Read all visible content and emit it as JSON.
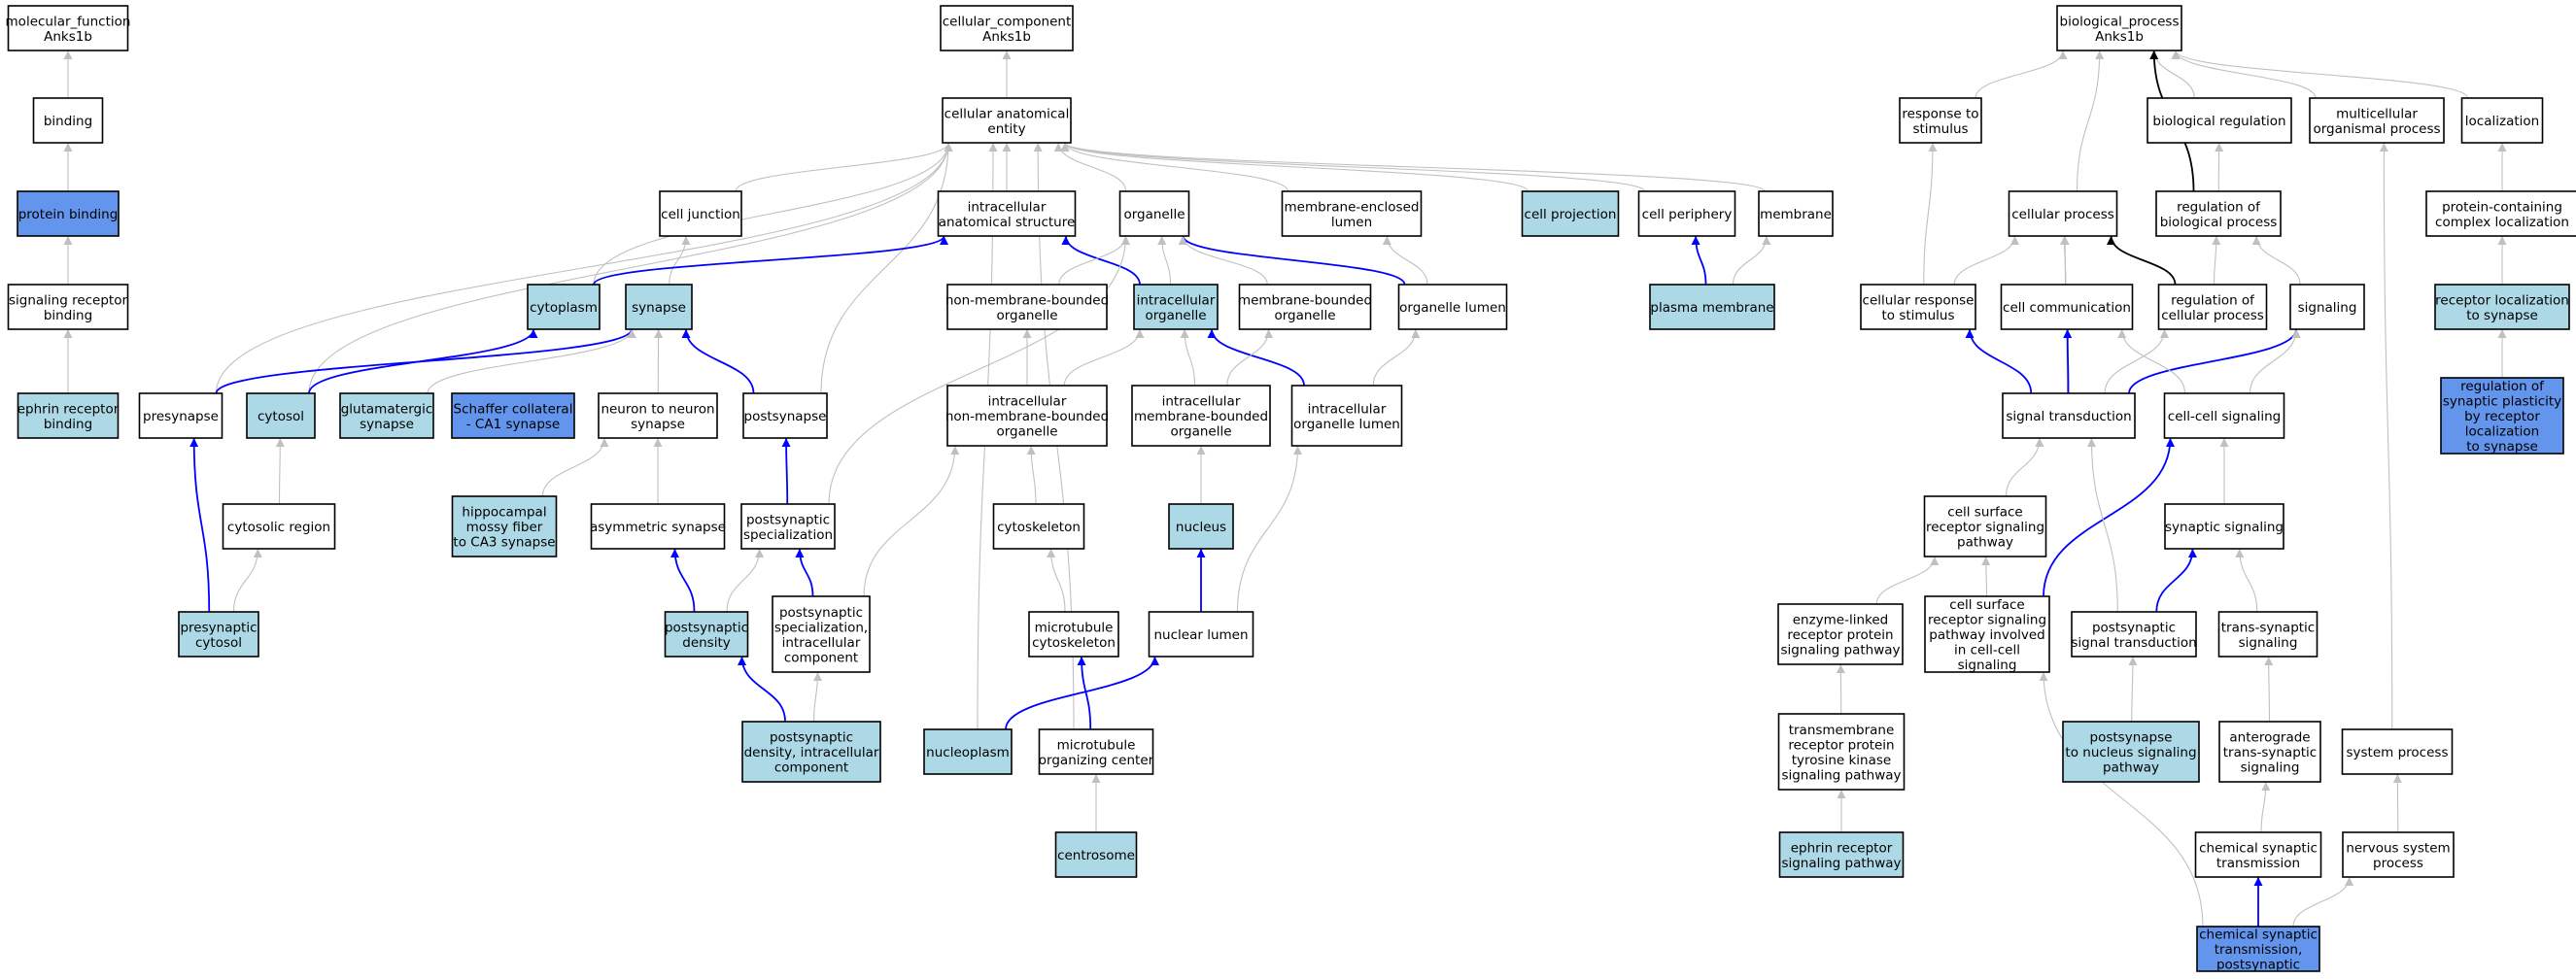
{
  "colors": {
    "plain": "#ffffff",
    "light": "#add8e6",
    "dark": "#6495ed",
    "edge_gray": "#c0c0c0",
    "edge_blue": "#0000ff",
    "edge_black": "#000000"
  },
  "nodes": [
    {
      "id": "mf",
      "lines": [
        "molecular_function",
        "Anks1b"
      ],
      "fill": "plain"
    },
    {
      "id": "binding",
      "lines": [
        "binding"
      ],
      "fill": "plain"
    },
    {
      "id": "protein_binding",
      "lines": [
        "protein binding"
      ],
      "fill": "dark"
    },
    {
      "id": "srb",
      "lines": [
        "signaling receptor",
        "binding"
      ],
      "fill": "plain"
    },
    {
      "id": "erb",
      "lines": [
        "ephrin receptor",
        "binding"
      ],
      "fill": "light"
    },
    {
      "id": "cc",
      "lines": [
        "cellular_component",
        "Anks1b"
      ],
      "fill": "plain"
    },
    {
      "id": "cae",
      "lines": [
        "cellular anatomical",
        "entity"
      ],
      "fill": "plain"
    },
    {
      "id": "cell_junction",
      "lines": [
        "cell junction"
      ],
      "fill": "plain"
    },
    {
      "id": "ias",
      "lines": [
        "intracellular",
        "anatomical structure"
      ],
      "fill": "plain"
    },
    {
      "id": "organelle",
      "lines": [
        "organelle"
      ],
      "fill": "plain"
    },
    {
      "id": "mel",
      "lines": [
        "membrane-enclosed",
        "lumen"
      ],
      "fill": "plain"
    },
    {
      "id": "cell_projection",
      "lines": [
        "cell projection"
      ],
      "fill": "light"
    },
    {
      "id": "cell_periphery",
      "lines": [
        "cell periphery"
      ],
      "fill": "plain"
    },
    {
      "id": "membrane",
      "lines": [
        "membrane"
      ],
      "fill": "plain"
    },
    {
      "id": "cytoplasm",
      "lines": [
        "cytoplasm"
      ],
      "fill": "light"
    },
    {
      "id": "synapse",
      "lines": [
        "synapse"
      ],
      "fill": "light"
    },
    {
      "id": "nmbo",
      "lines": [
        "non-membrane-bounded",
        "organelle"
      ],
      "fill": "plain"
    },
    {
      "id": "io",
      "lines": [
        "intracellular",
        "organelle"
      ],
      "fill": "light"
    },
    {
      "id": "mbo",
      "lines": [
        "membrane-bounded",
        "organelle"
      ],
      "fill": "plain"
    },
    {
      "id": "organelle_lumen",
      "lines": [
        "organelle lumen"
      ],
      "fill": "plain"
    },
    {
      "id": "plasma_membrane",
      "lines": [
        "plasma membrane"
      ],
      "fill": "light"
    },
    {
      "id": "presynapse",
      "lines": [
        "presynapse"
      ],
      "fill": "plain"
    },
    {
      "id": "cytosol",
      "lines": [
        "cytosol"
      ],
      "fill": "light"
    },
    {
      "id": "glut",
      "lines": [
        "glutamatergic",
        "synapse"
      ],
      "fill": "light"
    },
    {
      "id": "schaffer",
      "lines": [
        "Schaffer collateral",
        "- CA1 synapse"
      ],
      "fill": "dark"
    },
    {
      "id": "n2n",
      "lines": [
        "neuron to neuron",
        "synapse"
      ],
      "fill": "plain"
    },
    {
      "id": "postsynapse",
      "lines": [
        "postsynapse"
      ],
      "fill": "plain"
    },
    {
      "id": "inmbo",
      "lines": [
        "intracellular",
        "non-membrane-bounded",
        "organelle"
      ],
      "fill": "plain"
    },
    {
      "id": "imbo",
      "lines": [
        "intracellular",
        "membrane-bounded",
        "organelle"
      ],
      "fill": "plain"
    },
    {
      "id": "iol",
      "lines": [
        "intracellular",
        "organelle lumen"
      ],
      "fill": "plain"
    },
    {
      "id": "cytosolic_region",
      "lines": [
        "cytosolic region"
      ],
      "fill": "plain"
    },
    {
      "id": "hmf",
      "lines": [
        "hippocampal",
        "mossy fiber",
        "to CA3 synapse"
      ],
      "fill": "light"
    },
    {
      "id": "asym",
      "lines": [
        "asymmetric synapse"
      ],
      "fill": "plain"
    },
    {
      "id": "ps_spec",
      "lines": [
        "postsynaptic",
        "specialization"
      ],
      "fill": "plain"
    },
    {
      "id": "cytoskeleton",
      "lines": [
        "cytoskeleton"
      ],
      "fill": "plain"
    },
    {
      "id": "nucleus",
      "lines": [
        "nucleus"
      ],
      "fill": "light"
    },
    {
      "id": "presyn_cytosol",
      "lines": [
        "presynaptic",
        "cytosol"
      ],
      "fill": "light"
    },
    {
      "id": "psd",
      "lines": [
        "postsynaptic",
        "density"
      ],
      "fill": "light"
    },
    {
      "id": "pss_ic",
      "lines": [
        "postsynaptic",
        "specialization,",
        "intracellular",
        "component"
      ],
      "fill": "plain"
    },
    {
      "id": "mt_cytoskeleton",
      "lines": [
        "microtubule",
        "cytoskeleton"
      ],
      "fill": "plain"
    },
    {
      "id": "nuclear_lumen",
      "lines": [
        "nuclear lumen"
      ],
      "fill": "plain"
    },
    {
      "id": "psd_ic",
      "lines": [
        "postsynaptic",
        "density, intracellular",
        "component"
      ],
      "fill": "light"
    },
    {
      "id": "nucleoplasm",
      "lines": [
        "nucleoplasm"
      ],
      "fill": "light"
    },
    {
      "id": "mtoc",
      "lines": [
        "microtubule",
        "organizing center"
      ],
      "fill": "plain"
    },
    {
      "id": "centrosome",
      "lines": [
        "centrosome"
      ],
      "fill": "light"
    },
    {
      "id": "bp",
      "lines": [
        "biological_process",
        "Anks1b"
      ],
      "fill": "plain"
    },
    {
      "id": "rts",
      "lines": [
        "response to",
        "stimulus"
      ],
      "fill": "plain"
    },
    {
      "id": "bio_reg",
      "lines": [
        "biological regulation"
      ],
      "fill": "plain"
    },
    {
      "id": "mop",
      "lines": [
        "multicellular",
        "organismal process"
      ],
      "fill": "plain"
    },
    {
      "id": "localization",
      "lines": [
        "localization"
      ],
      "fill": "plain"
    },
    {
      "id": "cellular_process",
      "lines": [
        "cellular process"
      ],
      "fill": "plain"
    },
    {
      "id": "rbp",
      "lines": [
        "regulation of",
        "biological process"
      ],
      "fill": "plain"
    },
    {
      "id": "pcl",
      "lines": [
        "protein-containing",
        "complex localization"
      ],
      "fill": "plain"
    },
    {
      "id": "crs",
      "lines": [
        "cellular response",
        "to stimulus"
      ],
      "fill": "plain"
    },
    {
      "id": "cell_comm",
      "lines": [
        "cell communication"
      ],
      "fill": "plain"
    },
    {
      "id": "rcp",
      "lines": [
        "regulation of",
        "cellular process"
      ],
      "fill": "plain"
    },
    {
      "id": "signaling",
      "lines": [
        "signaling"
      ],
      "fill": "plain"
    },
    {
      "id": "rls",
      "lines": [
        "receptor localization",
        "to synapse"
      ],
      "fill": "light"
    },
    {
      "id": "sig_trans",
      "lines": [
        "signal transduction"
      ],
      "fill": "plain"
    },
    {
      "id": "ccs",
      "lines": [
        "cell-cell signaling"
      ],
      "fill": "plain"
    },
    {
      "id": "rspr",
      "lines": [
        "regulation of",
        "synaptic plasticity",
        "by receptor",
        "localization",
        "to synapse"
      ],
      "fill": "dark"
    },
    {
      "id": "csrsp",
      "lines": [
        "cell surface",
        "receptor signaling",
        "pathway"
      ],
      "fill": "plain"
    },
    {
      "id": "syn_sig",
      "lines": [
        "synaptic signaling"
      ],
      "fill": "plain"
    },
    {
      "id": "elrpsp",
      "lines": [
        "enzyme-linked",
        "receptor protein",
        "signaling pathway"
      ],
      "fill": "plain"
    },
    {
      "id": "csrsp_ccs",
      "lines": [
        "cell surface",
        "receptor signaling",
        "pathway involved",
        "in cell-cell",
        "signaling"
      ],
      "fill": "plain"
    },
    {
      "id": "pst",
      "lines": [
        "postsynaptic",
        "signal transduction"
      ],
      "fill": "plain"
    },
    {
      "id": "tss",
      "lines": [
        "trans-synaptic",
        "signaling"
      ],
      "fill": "plain"
    },
    {
      "id": "trptk",
      "lines": [
        "transmembrane",
        "receptor protein",
        "tyrosine kinase",
        "signaling pathway"
      ],
      "fill": "plain"
    },
    {
      "id": "ps2n",
      "lines": [
        "postsynapse",
        "to nucleus signaling",
        "pathway"
      ],
      "fill": "light"
    },
    {
      "id": "atss",
      "lines": [
        "anterograde",
        "trans-synaptic",
        "signaling"
      ],
      "fill": "plain"
    },
    {
      "id": "system_process",
      "lines": [
        "system process"
      ],
      "fill": "plain"
    },
    {
      "id": "ersp",
      "lines": [
        "ephrin receptor",
        "signaling pathway"
      ],
      "fill": "light"
    },
    {
      "id": "cst",
      "lines": [
        "chemical synaptic",
        "transmission"
      ],
      "fill": "plain"
    },
    {
      "id": "nsp",
      "lines": [
        "nervous system",
        "process"
      ],
      "fill": "plain"
    },
    {
      "id": "cstp",
      "lines": [
        "chemical synaptic",
        "transmission,",
        "postsynaptic"
      ],
      "fill": "dark"
    }
  ],
  "edges": [
    {
      "from": "binding",
      "to": "mf",
      "kind": "gray"
    },
    {
      "from": "protein_binding",
      "to": "binding",
      "kind": "gray"
    },
    {
      "from": "srb",
      "to": "protein_binding",
      "kind": "gray"
    },
    {
      "from": "erb",
      "to": "srb",
      "kind": "gray"
    },
    {
      "from": "cae",
      "to": "cc",
      "kind": "gray"
    },
    {
      "from": "cell_junction",
      "to": "cae",
      "kind": "gray"
    },
    {
      "from": "ias",
      "to": "cae",
      "kind": "gray"
    },
    {
      "from": "organelle",
      "to": "cae",
      "kind": "gray"
    },
    {
      "from": "mel",
      "to": "cae",
      "kind": "gray"
    },
    {
      "from": "cell_projection",
      "to": "cae",
      "kind": "gray"
    },
    {
      "from": "cell_periphery",
      "to": "cae",
      "kind": "gray"
    },
    {
      "from": "membrane",
      "to": "cae",
      "kind": "gray"
    },
    {
      "from": "cytoplasm",
      "to": "cae",
      "kind": "gray"
    },
    {
      "from": "presynapse",
      "to": "cae",
      "kind": "gray"
    },
    {
      "from": "cytosol",
      "to": "cae",
      "kind": "gray"
    },
    {
      "from": "postsynapse",
      "to": "cae",
      "kind": "gray"
    },
    {
      "from": "nucleoplasm",
      "to": "cae",
      "kind": "gray"
    },
    {
      "from": "mtoc",
      "to": "cae",
      "kind": "gray"
    },
    {
      "from": "synapse",
      "to": "cell_junction",
      "kind": "gray"
    },
    {
      "from": "cytoplasm",
      "to": "ias",
      "kind": "blue"
    },
    {
      "from": "io",
      "to": "ias",
      "kind": "blue"
    },
    {
      "from": "organelle_lumen",
      "to": "organelle",
      "kind": "blue"
    },
    {
      "from": "nmbo",
      "to": "organelle",
      "kind": "gray"
    },
    {
      "from": "io",
      "to": "organelle",
      "kind": "gray"
    },
    {
      "from": "mbo",
      "to": "organelle",
      "kind": "gray"
    },
    {
      "from": "ps_spec",
      "to": "organelle",
      "kind": "gray"
    },
    {
      "from": "organelle_lumen",
      "to": "mel",
      "kind": "gray"
    },
    {
      "from": "plasma_membrane",
      "to": "cell_periphery",
      "kind": "blue"
    },
    {
      "from": "plasma_membrane",
      "to": "membrane",
      "kind": "gray"
    },
    {
      "from": "presynapse",
      "to": "synapse",
      "kind": "blue"
    },
    {
      "from": "cytosol",
      "to": "cytoplasm",
      "kind": "blue"
    },
    {
      "from": "glut",
      "to": "synapse",
      "kind": "gray"
    },
    {
      "from": "n2n",
      "to": "synapse",
      "kind": "gray"
    },
    {
      "from": "postsynapse",
      "to": "synapse",
      "kind": "blue"
    },
    {
      "from": "inmbo",
      "to": "nmbo",
      "kind": "gray"
    },
    {
      "from": "inmbo",
      "to": "io",
      "kind": "gray"
    },
    {
      "from": "imbo",
      "to": "io",
      "kind": "gray"
    },
    {
      "from": "iol",
      "to": "io",
      "kind": "blue"
    },
    {
      "from": "imbo",
      "to": "mbo",
      "kind": "gray"
    },
    {
      "from": "iol",
      "to": "organelle_lumen",
      "kind": "gray"
    },
    {
      "from": "presyn_cytosol",
      "to": "presynapse",
      "kind": "blue"
    },
    {
      "from": "cytosolic_region",
      "to": "cytosol",
      "kind": "gray"
    },
    {
      "from": "hmf",
      "to": "n2n",
      "kind": "gray"
    },
    {
      "from": "asym",
      "to": "n2n",
      "kind": "gray"
    },
    {
      "from": "ps_spec",
      "to": "postsynapse",
      "kind": "blue"
    },
    {
      "from": "pss_ic",
      "to": "inmbo",
      "kind": "gray"
    },
    {
      "from": "cytoskeleton",
      "to": "inmbo",
      "kind": "gray"
    },
    {
      "from": "nucleus",
      "to": "imbo",
      "kind": "gray"
    },
    {
      "from": "nuclear_lumen",
      "to": "iol",
      "kind": "gray"
    },
    {
      "from": "presyn_cytosol",
      "to": "cytosolic_region",
      "kind": "gray"
    },
    {
      "from": "psd",
      "to": "asym",
      "kind": "blue"
    },
    {
      "from": "psd",
      "to": "ps_spec",
      "kind": "gray"
    },
    {
      "from": "pss_ic",
      "to": "ps_spec",
      "kind": "blue"
    },
    {
      "from": "mt_cytoskeleton",
      "to": "cytoskeleton",
      "kind": "gray"
    },
    {
      "from": "nuclear_lumen",
      "to": "nucleus",
      "kind": "blue"
    },
    {
      "from": "psd_ic",
      "to": "psd",
      "kind": "blue"
    },
    {
      "from": "psd_ic",
      "to": "pss_ic",
      "kind": "gray"
    },
    {
      "from": "mtoc",
      "to": "mt_cytoskeleton",
      "kind": "blue"
    },
    {
      "from": "nucleoplasm",
      "to": "nuclear_lumen",
      "kind": "blue"
    },
    {
      "from": "centrosome",
      "to": "mtoc",
      "kind": "gray"
    },
    {
      "from": "rts",
      "to": "bp",
      "kind": "gray"
    },
    {
      "from": "bio_reg",
      "to": "bp",
      "kind": "gray"
    },
    {
      "from": "mop",
      "to": "bp",
      "kind": "gray"
    },
    {
      "from": "localization",
      "to": "bp",
      "kind": "gray"
    },
    {
      "from": "cellular_process",
      "to": "bp",
      "kind": "gray"
    },
    {
      "from": "rbp",
      "to": "bp",
      "kind": "black"
    },
    {
      "from": "rbp",
      "to": "bio_reg",
      "kind": "gray"
    },
    {
      "from": "pcl",
      "to": "localization",
      "kind": "gray"
    },
    {
      "from": "crs",
      "to": "rts",
      "kind": "gray"
    },
    {
      "from": "crs",
      "to": "cellular_process",
      "kind": "gray"
    },
    {
      "from": "cell_comm",
      "to": "cellular_process",
      "kind": "gray"
    },
    {
      "from": "rcp",
      "to": "cellular_process",
      "kind": "black"
    },
    {
      "from": "rcp",
      "to": "rbp",
      "kind": "gray"
    },
    {
      "from": "signaling",
      "to": "rbp",
      "kind": "gray"
    },
    {
      "from": "sig_trans",
      "to": "cellular_process",
      "kind": "gray"
    },
    {
      "from": "rls",
      "to": "pcl",
      "kind": "gray"
    },
    {
      "from": "sig_trans",
      "to": "crs",
      "kind": "blue"
    },
    {
      "from": "sig_trans",
      "to": "cell_comm",
      "kind": "blue"
    },
    {
      "from": "sig_trans",
      "to": "rcp",
      "kind": "gray"
    },
    {
      "from": "sig_trans",
      "to": "signaling",
      "kind": "blue"
    },
    {
      "from": "ccs",
      "to": "cell_comm",
      "kind": "gray"
    },
    {
      "from": "ccs",
      "to": "signaling",
      "kind": "gray"
    },
    {
      "from": "rspr",
      "to": "rls",
      "kind": "gray"
    },
    {
      "from": "csrsp",
      "to": "sig_trans",
      "kind": "gray"
    },
    {
      "from": "syn_sig",
      "to": "ccs",
      "kind": "gray"
    },
    {
      "from": "csrsp_ccs",
      "to": "ccs",
      "kind": "blue"
    },
    {
      "from": "elrpsp",
      "to": "csrsp",
      "kind": "gray"
    },
    {
      "from": "csrsp_ccs",
      "to": "csrsp",
      "kind": "gray"
    },
    {
      "from": "pst",
      "to": "sig_trans",
      "kind": "gray"
    },
    {
      "from": "pst",
      "to": "syn_sig",
      "kind": "blue"
    },
    {
      "from": "tss",
      "to": "syn_sig",
      "kind": "gray"
    },
    {
      "from": "trptk",
      "to": "elrpsp",
      "kind": "gray"
    },
    {
      "from": "ps2n",
      "to": "pst",
      "kind": "gray"
    },
    {
      "from": "atss",
      "to": "tss",
      "kind": "gray"
    },
    {
      "from": "system_process",
      "to": "mop",
      "kind": "gray"
    },
    {
      "from": "ersp",
      "to": "trptk",
      "kind": "gray"
    },
    {
      "from": "cst",
      "to": "atss",
      "kind": "gray"
    },
    {
      "from": "nsp",
      "to": "system_process",
      "kind": "gray"
    },
    {
      "from": "cstp",
      "to": "cst",
      "kind": "blue"
    },
    {
      "from": "cstp",
      "to": "nsp",
      "kind": "gray"
    },
    {
      "from": "cstp",
      "to": "csrsp_ccs",
      "kind": "gray"
    }
  ]
}
